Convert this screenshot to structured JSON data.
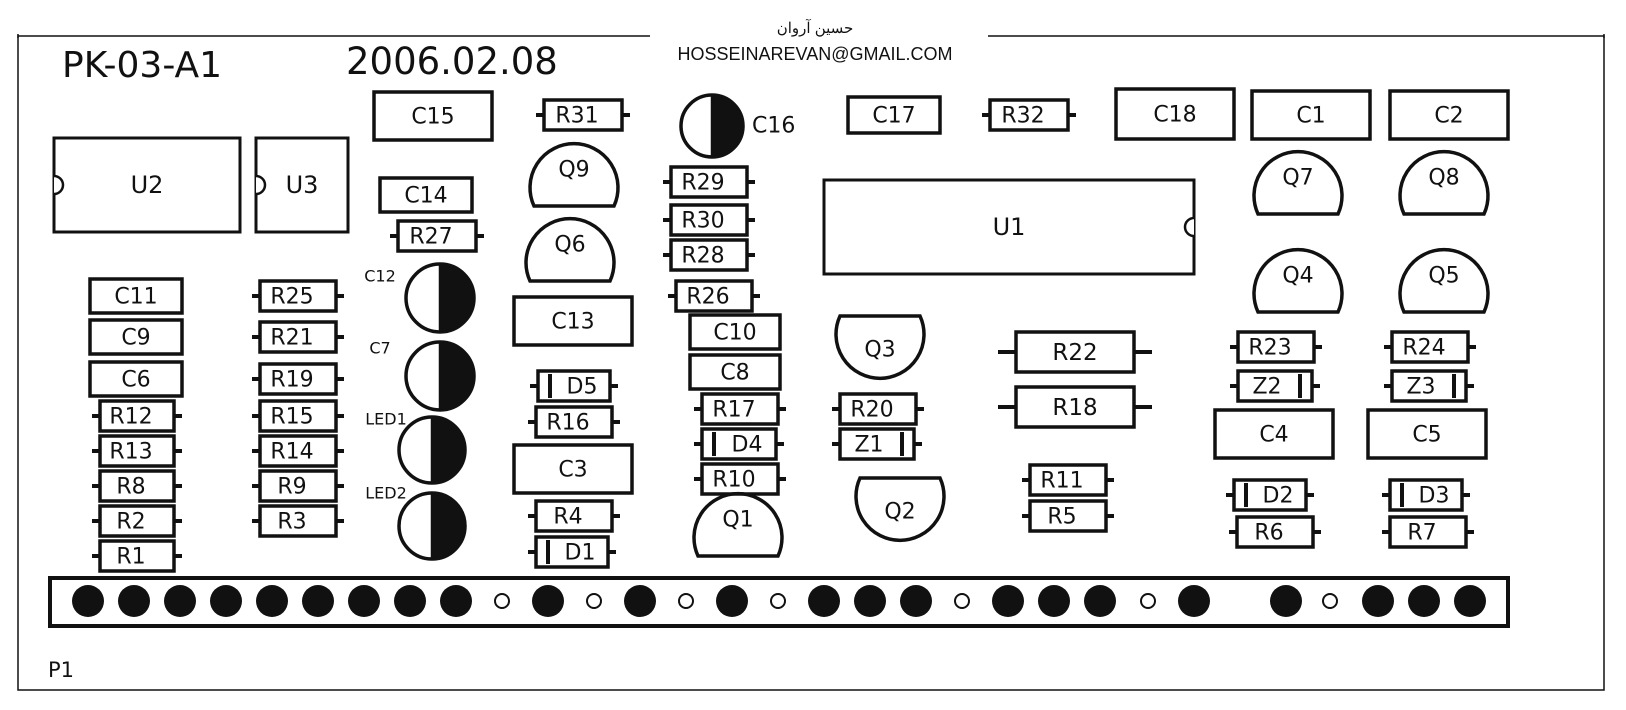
{
  "author": {
    "name": "حسين آروان",
    "email": "HOSSEINAREVAN@GMAIL.COM"
  },
  "board": {
    "id": "PK-03-A1",
    "date": "2006.02.08",
    "connector_label": "P1"
  },
  "colors": {
    "ink": "#111111",
    "paper": "#ffffff"
  },
  "components": {
    "ics": [
      "U2",
      "U3",
      "U1"
    ],
    "capacitors": [
      "C15",
      "C14",
      "C11",
      "C9",
      "C6",
      "C13",
      "C3",
      "C17",
      "C18",
      "C1",
      "C2",
      "C10",
      "C8",
      "C4",
      "C5"
    ],
    "electrolytic_capacitors": [
      "C16",
      "C12",
      "C7"
    ],
    "leds": [
      "LED1",
      "LED2"
    ],
    "resistors": [
      "R31",
      "R32",
      "R27",
      "R25",
      "R21",
      "R19",
      "R15",
      "R14",
      "R9",
      "R3",
      "R12",
      "R13",
      "R8",
      "R2",
      "R1",
      "R29",
      "R30",
      "R28",
      "R26",
      "R17",
      "R10",
      "R16",
      "R4",
      "R20",
      "R22",
      "R18",
      "R11",
      "R5",
      "R23",
      "R24",
      "R6",
      "R7"
    ],
    "diodes": [
      "D5",
      "D4",
      "D1",
      "Z1",
      "Z2",
      "Z3",
      "D2",
      "D3"
    ],
    "transistors": [
      "Q9",
      "Q6",
      "Q7",
      "Q8",
      "Q4",
      "Q5",
      "Q3",
      "Q2",
      "Q1"
    ]
  },
  "connector_pins": [
    "filled",
    "filled",
    "filled",
    "filled",
    "filled",
    "filled",
    "filled",
    "filled",
    "filled",
    "open",
    "filled",
    "open",
    "filled",
    "open",
    "filled",
    "open",
    "filled",
    "filled",
    "filled",
    "open",
    "filled",
    "filled",
    "filled",
    "open",
    "filled",
    "filled",
    "open",
    "filled",
    "filled",
    "filled"
  ]
}
